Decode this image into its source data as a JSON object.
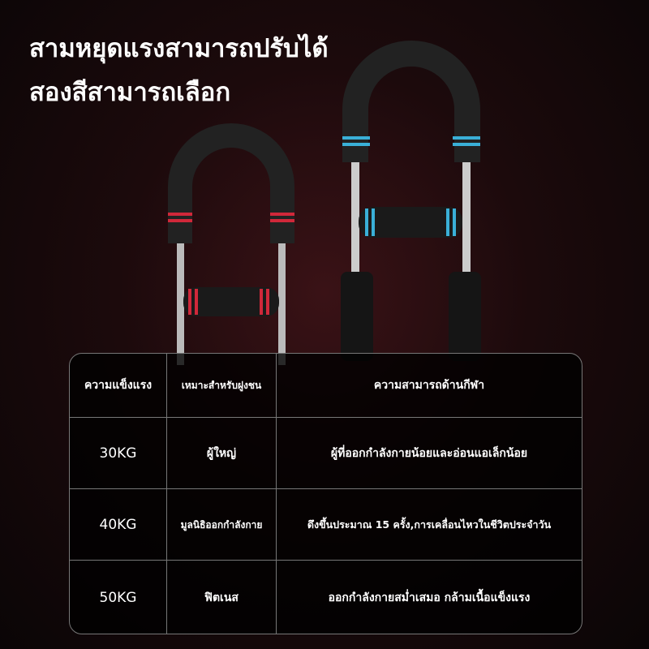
{
  "title": {
    "line1": "สามหยุดแรงสามารถปรับได้",
    "line2": "สองสีสามารถเลือก"
  },
  "colors": {
    "red_accent": "#d0283a",
    "blue_accent": "#3ab0d8"
  },
  "table": {
    "headers": [
      "ความแข็งแรง",
      "เหมาะสำหรับฝูงชน",
      "ความสามารถด้านกีฬา"
    ],
    "rows": [
      {
        "strength": "30KG",
        "crowd": "ผู้ใหญ่",
        "ability": "ผู้ที่ออกกำลังกายน้อยและอ่อนแอเล็กน้อย"
      },
      {
        "strength": "40KG",
        "crowd": "มูลนิธิออกกำลังกาย",
        "ability": "ดึงขึ้นประมาณ 15 ครั้ง,การเคลื่อนไหวในชีวิตประจำวัน"
      },
      {
        "strength": "50KG",
        "crowd": "ฟิตเนส",
        "ability": "ออกกำลังกายสม่ำเสมอ กล้ามเนื้อแข็งแรง"
      }
    ]
  }
}
